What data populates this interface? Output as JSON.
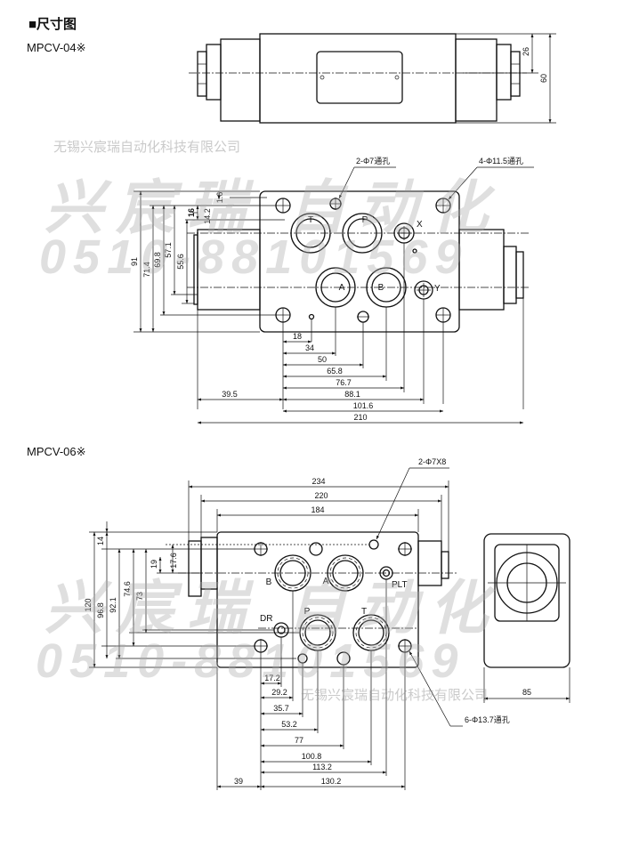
{
  "header": {
    "title": "■尺寸图",
    "model_04": "MPCV-04※",
    "model_06": "MPCV-06※"
  },
  "watermark": {
    "company": "无锡兴宸瑞自动化科技有限公司",
    "name": "兴宸瑞 自动化",
    "phone": "0510-88101569"
  },
  "mpcv04": {
    "ports": {
      "t": "T",
      "p": "P",
      "a": "A",
      "b": "B",
      "x": "X",
      "y": "Y"
    },
    "notes": {
      "hole_small": "2-Φ7通孔",
      "hole_large": "4-Φ11.5通孔"
    },
    "dims": {
      "top_26": "26",
      "top_60": "60",
      "v_1_6": "1.6",
      "v_16": "16",
      "v_14_2": "14.2",
      "v_55_6": "55.6",
      "v_57_1": "57.1",
      "v_69_8": "69.8",
      "v_71_4": "71.4",
      "v_91": "91",
      "h_18": "18",
      "h_34": "34",
      "h_50": "50",
      "h_65_8": "65.8",
      "h_76_7": "76.7",
      "h_88_1": "88.1",
      "h_101_6": "101.6",
      "h_39_5": "39.5",
      "h_210": "210"
    }
  },
  "mpcv06": {
    "ports": {
      "b": "B",
      "a": "A",
      "plt": "PLT",
      "dr": "DR",
      "p": "P",
      "t": "T"
    },
    "notes": {
      "hole_small": "2-Φ7X8",
      "hole_large": "6-Φ13.7通孔"
    },
    "dims": {
      "h_234": "234",
      "h_220": "220",
      "h_184": "184",
      "v_14": "14",
      "v_19": "19",
      "v_17_6": "17.6",
      "v_73": "73",
      "v_74_6": "74.6",
      "v_92_1": "92.1",
      "v_96_8": "96.8",
      "v_120": "120",
      "h_17_2": "17.2",
      "h_29_2": "29.2",
      "h_35_7": "35.7",
      "h_53_2": "53.2",
      "h_77": "77",
      "h_100_8": "100.8",
      "h_113_2": "113.2",
      "h_130_2": "130.2",
      "h_39": "39",
      "h_85": "85"
    }
  }
}
